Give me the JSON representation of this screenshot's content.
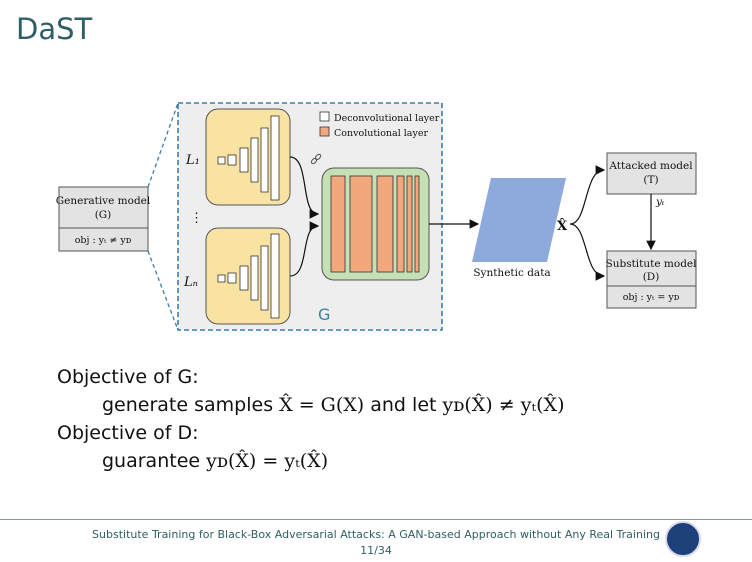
{
  "slide": {
    "title": "DaST"
  },
  "diagram": {
    "generative_model": {
      "line1": "Generative model",
      "line2": "(G)",
      "objective": "obj : yₜ ≠ yᴅ"
    },
    "legend": {
      "deconv": "Deconvolutional layer",
      "conv": "Convolutional layer"
    },
    "labels": {
      "L1": "L₁",
      "dots": "⋮",
      "LN": "Lₙ",
      "G": "G",
      "xhat": "X̂",
      "yT": "yₜ"
    },
    "synthetic": "Synthetic data",
    "attacked_model": {
      "line1": "Attacked model",
      "line2": "(T)"
    },
    "substitute_model": {
      "line1": "Substitute model",
      "line2": "(D)",
      "objective": "obj : yₜ = yᴅ"
    },
    "colors": {
      "yellow": "#f9e3a3",
      "orange": "#f2a87c",
      "green": "#c5e0b4",
      "blue": "#8ea9db",
      "gray": "#e6e6e6",
      "dashed": "#3a7fa8"
    }
  },
  "objectives": {
    "g_heading": "Objective of G:",
    "g_text_pre": "generate samples",
    "g_math1": "X̂ = G(X)",
    "g_and": "and let",
    "g_math2": "yᴅ(X̂) ≠ yₜ(X̂)",
    "d_heading": "Objective of D:",
    "d_text_pre": "guarantee",
    "d_math": "yᴅ(X̂) = yₜ(X̂)"
  },
  "footer": {
    "title": "Substitute Training for Black-Box Adversarial Attacks: A GAN-based Approach without Any Real Training",
    "page": "11/34",
    "logo": "conference-logo"
  }
}
